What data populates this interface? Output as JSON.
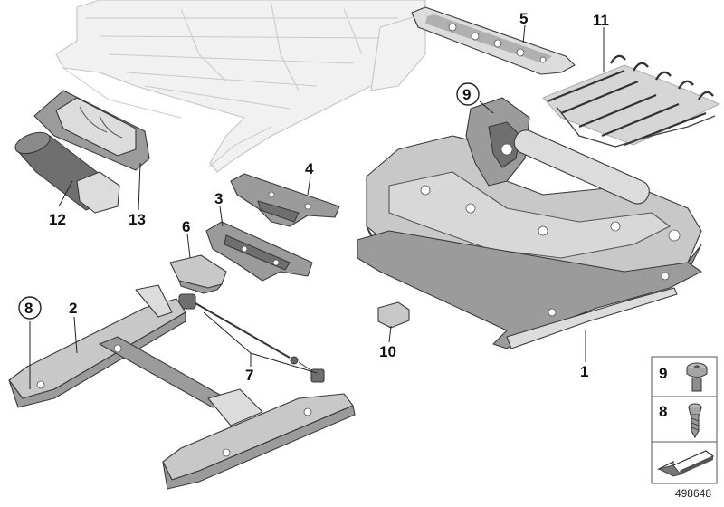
{
  "diagram": {
    "callouts": {
      "p1": "1",
      "p2": "2",
      "p3": "3",
      "p4": "4",
      "p5": "5",
      "p6": "6",
      "p7": "7",
      "p8": "8",
      "p9": "9",
      "p10": "10",
      "p11": "11",
      "p12": "12",
      "p13": "13"
    },
    "legend": {
      "fastener_a": "9",
      "fastener_b": "8"
    },
    "reference_number": "498648"
  }
}
